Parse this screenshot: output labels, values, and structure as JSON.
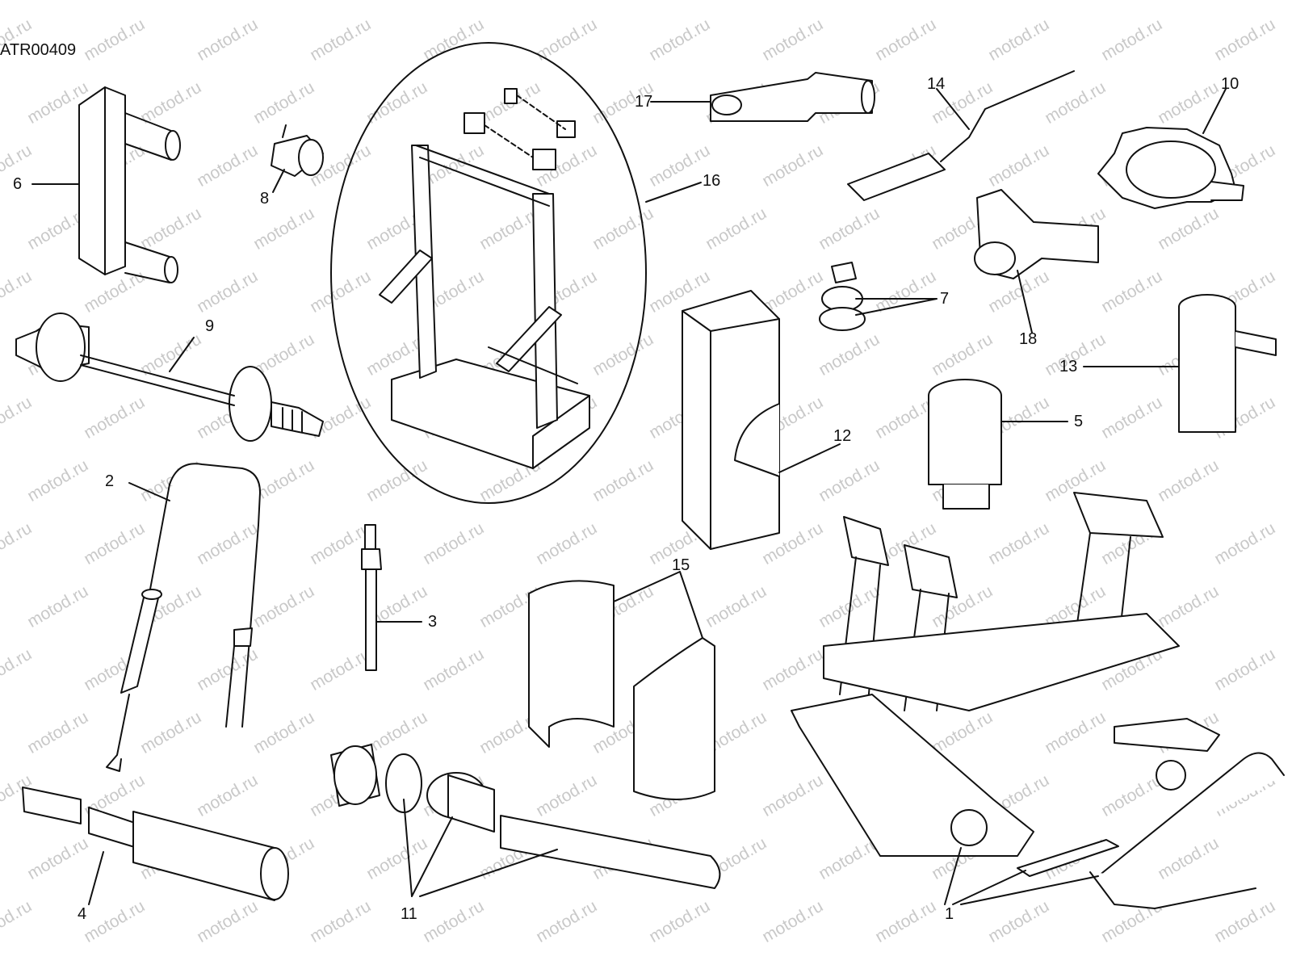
{
  "drawing_code": "ATR00409",
  "watermark_text": "motod.ru",
  "callouts": {
    "c1": "1",
    "c2": "2",
    "c3": "3",
    "c4": "4",
    "c5": "5",
    "c6": "6",
    "c7": "7",
    "c8": "8",
    "c9": "9",
    "c10": "10",
    "c11": "11",
    "c12": "12",
    "c13": "13",
    "c14": "14",
    "c15": "15",
    "c16": "16",
    "c17": "17",
    "c18": "18"
  },
  "colors": {
    "line": "#111111",
    "watermark": "#c9c9c9",
    "background": "#ffffff"
  }
}
